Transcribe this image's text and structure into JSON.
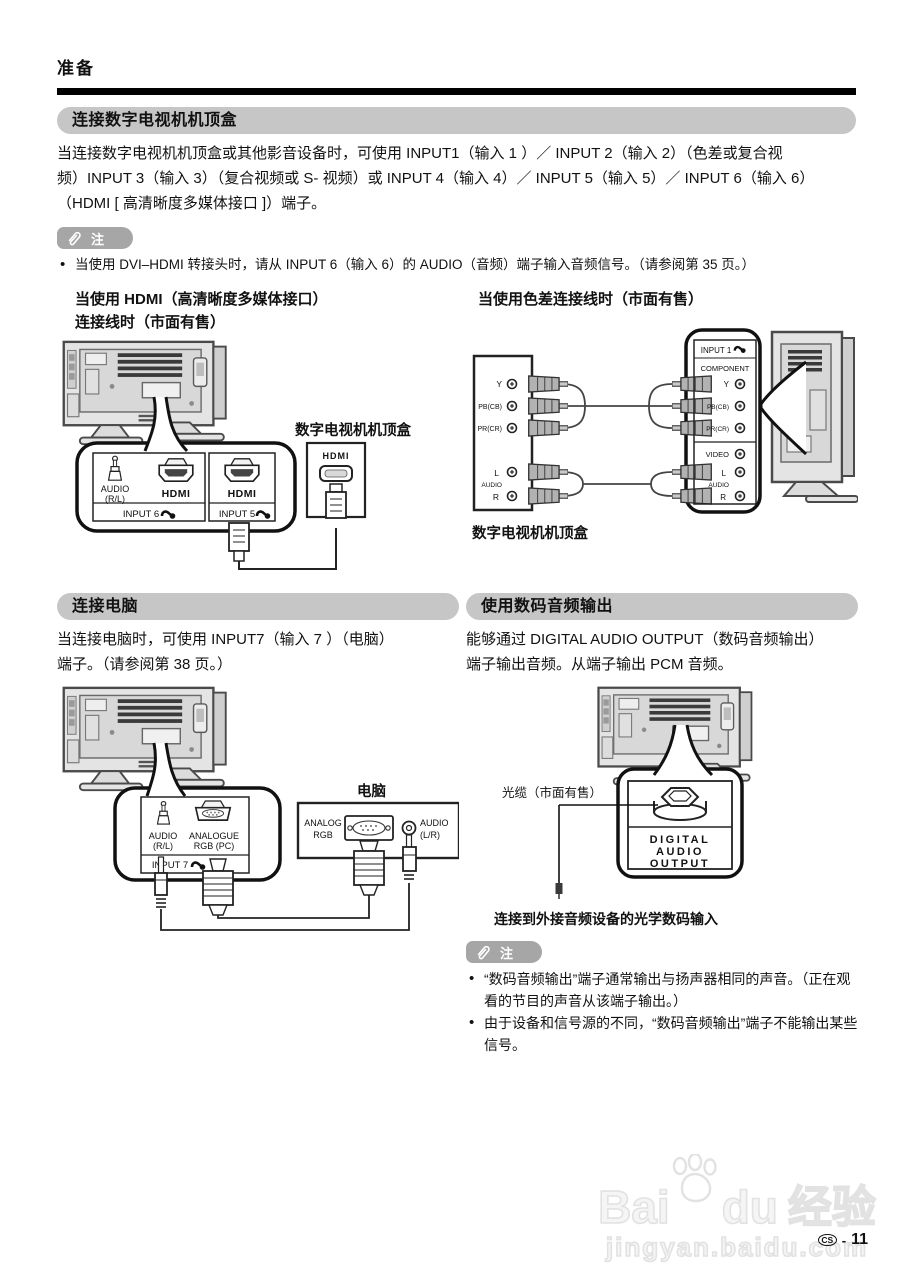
{
  "page": {
    "header_title": "准备",
    "footer": {
      "watermark_brand_left": "Bai",
      "watermark_brand_right": "du",
      "watermark_brand_suffix": "经验",
      "watermark_url": "jingyan.baidu.com",
      "page_code": "CS",
      "page_dash": "-",
      "page_number": "11"
    }
  },
  "stb_section": {
    "title": "连接数字电视机机顶盒",
    "body": "当连接数字电视机机顶盒或其他影音设备时，可使用 INPUT1（输入 1 ）／ INPUT 2（输入 2）（色差或复合视\n频）INPUT 3（输入 3）（复合视频或 S- 视频）或 INPUT 4（输入 4）／ INPUT 5（输入 5）／ INPUT 6（输入 6）\n（HDMI [ 高清晰度多媒体接口 ]）端子。",
    "note_label": "注",
    "note_item": "当使用 DVI–HDMI 转接头时，请从 INPUT 6（输入 6）的 AUDIO（音频）端子输入音频信号。（请参阅第 35 页。）",
    "hdmi_heading": "当使用 HDMI（高清晰度多媒体接口）\n连接线时（市面有售）",
    "component_heading": "当使用色差连接线时（市面有售）"
  },
  "hdmi_diagram": {
    "stb_label": "数字电视机机顶盒",
    "audio_jack_label": "AUDIO",
    "audio_jack_sublabel": "(R/L)",
    "hdmi_logo_1": "HDMI",
    "hdmi_logo_2": "HDMI",
    "input6_label": "INPUT 6",
    "input5_label": "INPUT 5",
    "stb_port_label": "HDMI"
  },
  "component_diagram": {
    "stb_label": "数字电视机机顶盒",
    "stb_jacks": [
      "Y",
      "PB(CB)",
      "PR(CR)"
    ],
    "stb_audio_jacks": [
      "L",
      "AUDIO",
      "R"
    ],
    "panel_input_label": "INPUT 1",
    "panel_group_label": "COMPONENT",
    "panel_jacks": [
      "Y",
      "PB(CB)",
      "PR(CR)"
    ],
    "panel_video_label": "VIDEO",
    "panel_audio_jacks": [
      "L",
      "AUDIO",
      "R"
    ]
  },
  "pc_section": {
    "title": "连接电脑",
    "body": "当连接电脑时，可使用 INPUT7（输入 7 ）（电脑）\n端子。（请参阅第 38 页。）"
  },
  "pc_diagram": {
    "pc_label": "电脑",
    "audio_jack_label": "AUDIO",
    "audio_jack_sublabel": "(R/L)",
    "rgb_label": "ANALOGUE",
    "rgb_sublabel": "RGB (PC)",
    "input7_label": "INPUT 7",
    "pc_rgb_label": "ANALOG",
    "pc_rgb_sublabel": "RGB",
    "pc_audio_label": "AUDIO",
    "pc_audio_sublabel": "(L/R)"
  },
  "audio_out_section": {
    "title": "使用数码音频输出",
    "body": "能够通过 DIGITAL AUDIO OUTPUT（数码音频输出）\n端子输出音频。从端子输出 PCM 音频。",
    "cable_label": "光缆（市面有售）",
    "port_line1": "DIGITAL",
    "port_line2": "AUDIO",
    "port_line3": "OUTPUT",
    "caption": "连接到外接音频设备的光学数码输入",
    "note_label": "注",
    "note_items": [
      "“数码音频输出”端子通常输出与扬声器相同的声音。（正在观看的节目的声音从该端子输出。）",
      "由于设备和信号源的不同，“数码音频输出”端子不能输出某些信号。"
    ]
  }
}
